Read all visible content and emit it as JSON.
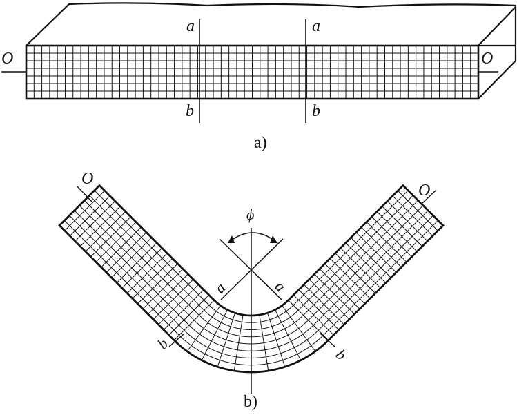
{
  "figure_a": {
    "caption": "a)",
    "axis_left": "O",
    "axis_right": "O",
    "section_top_1": "a",
    "section_top_2": "a",
    "section_bottom_1": "b",
    "section_bottom_2": "b"
  },
  "figure_b": {
    "caption": "b)",
    "axis_left": "O",
    "axis_right": "O",
    "angle_label": "ϕ",
    "section_a_left": "a",
    "section_a_right": "a",
    "section_b_left": "b",
    "section_b_right": "b"
  },
  "colors": {
    "ink": "#111111",
    "background": "#ffffff"
  }
}
